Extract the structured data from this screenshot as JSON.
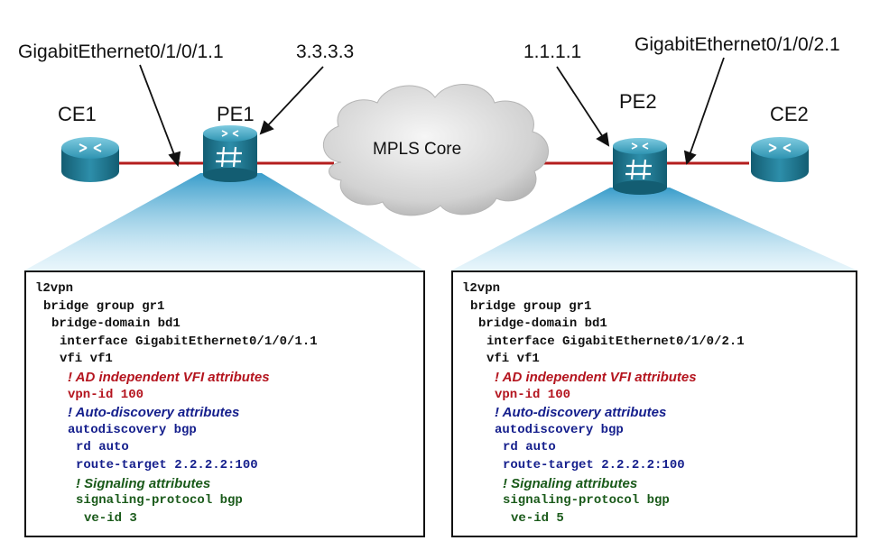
{
  "labels": {
    "pe1_interface": "GigabitEthernet0/1/0/1.1",
    "pe1_address": "3.3.3.3",
    "pe2_address": "1.1.1.1",
    "pe2_interface": "GigabitEthernet0/1/0/2.1",
    "ce1": "CE1",
    "pe1": "PE1",
    "pe2": "PE2",
    "ce2": "CE2",
    "core": "MPLS Core"
  },
  "icons": {
    "ce": "router-icon",
    "pe": "switch-router-icon",
    "core": "cloud-icon"
  },
  "colors": {
    "device": "#1e7f98",
    "link": "#b41e1e",
    "fan": "#4db3dc",
    "comment_red": "#b4141e",
    "comment_blue": "#141e8c",
    "comment_green": "#1a5a1a"
  },
  "pe1_config": [
    {
      "text": "l2vpn",
      "indent": 0,
      "style": "code"
    },
    {
      "text": "bridge group gr1",
      "indent": 1,
      "style": "code"
    },
    {
      "text": "bridge-domain bd1",
      "indent": 2,
      "style": "code"
    },
    {
      "text": "interface GigabitEthernet0/1/0/1.1",
      "indent": 3,
      "style": "code"
    },
    {
      "text": "vfi vf1",
      "indent": 3,
      "style": "code"
    },
    {
      "text": "! AD independent VFI attributes",
      "indent": 4,
      "style": "red-comment"
    },
    {
      "text": "vpn-id 100",
      "indent": 4,
      "style": "red"
    },
    {
      "text": "! Auto-discovery attributes",
      "indent": 4,
      "style": "blue-comment"
    },
    {
      "text": "autodiscovery bgp",
      "indent": 4,
      "style": "blue"
    },
    {
      "text": "rd auto",
      "indent": 5,
      "style": "blue"
    },
    {
      "text": "route-target 2.2.2.2:100",
      "indent": 5,
      "style": "blue"
    },
    {
      "text": "! Signaling attributes",
      "indent": 5,
      "style": "green-comment"
    },
    {
      "text": "signaling-protocol bgp",
      "indent": 5,
      "style": "green"
    },
    {
      "text": "ve-id 3",
      "indent": 6,
      "style": "green"
    }
  ],
  "pe2_config": [
    {
      "text": "l2vpn",
      "indent": 0,
      "style": "code"
    },
    {
      "text": "bridge group gr1",
      "indent": 1,
      "style": "code"
    },
    {
      "text": "bridge-domain bd1",
      "indent": 2,
      "style": "code"
    },
    {
      "text": "interface GigabitEthernet0/1/0/2.1",
      "indent": 3,
      "style": "code"
    },
    {
      "text": "vfi vf1",
      "indent": 3,
      "style": "code"
    },
    {
      "text": "! AD independent VFI attributes",
      "indent": 4,
      "style": "red-comment"
    },
    {
      "text": "vpn-id 100",
      "indent": 4,
      "style": "red"
    },
    {
      "text": "! Auto-discovery attributes",
      "indent": 4,
      "style": "blue-comment"
    },
    {
      "text": "autodiscovery bgp",
      "indent": 4,
      "style": "blue"
    },
    {
      "text": "rd auto",
      "indent": 5,
      "style": "blue"
    },
    {
      "text": "route-target 2.2.2.2:100",
      "indent": 5,
      "style": "blue"
    },
    {
      "text": "! Signaling attributes",
      "indent": 5,
      "style": "green-comment"
    },
    {
      "text": "signaling-protocol bgp",
      "indent": 5,
      "style": "green"
    },
    {
      "text": "ve-id 5",
      "indent": 6,
      "style": "green"
    }
  ]
}
